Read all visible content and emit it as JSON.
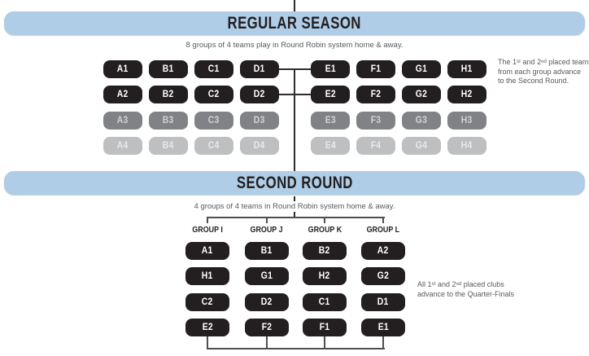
{
  "colors": {
    "banner_bg": "#afcde6",
    "heading": "#231f20",
    "note": "#58595b",
    "box_dark": "#231f20",
    "box_dark_text": "#ffffff",
    "box_mid": "#808285",
    "box_mid_text": "#d1d3d4",
    "box_light": "#bdbfc1",
    "box_light_text": "#e8e9ea",
    "line": "#2e2c2d",
    "bracket_line": "#4d4e50"
  },
  "regular_season": {
    "title": "REGULAR SEASON",
    "subtitle": "8 groups of 4 teams play in Round Robin system home & away.",
    "note_lines": [
      "The 1ˢᵗ and 2ⁿᵈ placed teams",
      "from each group advance",
      "to the Second Round."
    ],
    "rows": [
      {
        "tier": 1,
        "teams": [
          "A1",
          "B1",
          "C1",
          "D1",
          "E1",
          "F1",
          "G1",
          "H1"
        ]
      },
      {
        "tier": 2,
        "teams": [
          "A2",
          "B2",
          "C2",
          "D2",
          "E2",
          "F2",
          "G2",
          "H2"
        ]
      },
      {
        "tier": 3,
        "teams": [
          "A3",
          "B3",
          "C3",
          "D3",
          "E3",
          "F3",
          "G3",
          "H3"
        ]
      },
      {
        "tier": 4,
        "teams": [
          "A4",
          "B4",
          "C4",
          "D4",
          "E4",
          "F4",
          "G4",
          "H4"
        ]
      }
    ]
  },
  "second_round": {
    "title": "SECOND ROUND",
    "subtitle": "4 groups of 4 teams in Round Robin system home & away.",
    "note_lines": [
      "All 1ˢᵗ and 2ⁿᵈ placed clubs",
      "advance to the Quarter-Finals"
    ],
    "groups": [
      {
        "label": "GROUP I",
        "teams": [
          "A1",
          "H1",
          "C2",
          "E2"
        ]
      },
      {
        "label": "GROUP J",
        "teams": [
          "B1",
          "G1",
          "D2",
          "F2"
        ]
      },
      {
        "label": "GROUP K",
        "teams": [
          "B2",
          "H2",
          "C1",
          "F1"
        ]
      },
      {
        "label": "GROUP L",
        "teams": [
          "A2",
          "G2",
          "D1",
          "E1"
        ]
      }
    ]
  }
}
